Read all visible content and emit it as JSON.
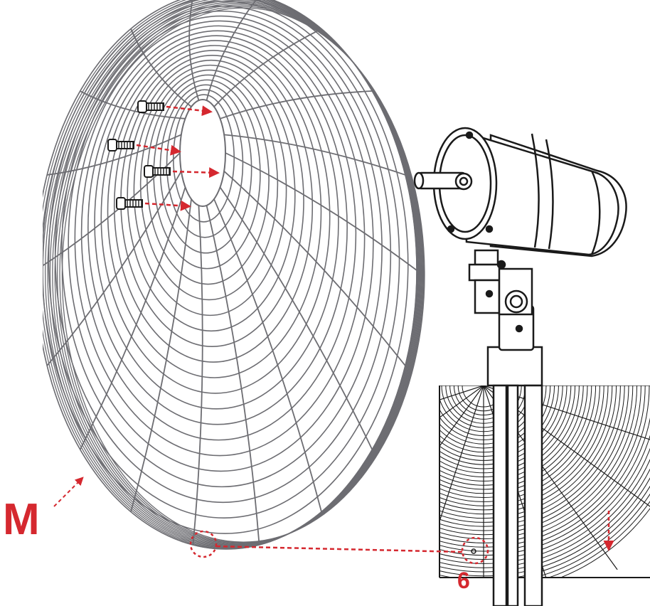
{
  "labels": {
    "guard_callout": "M",
    "hole_callout": "6"
  },
  "screws": {
    "count": 4
  },
  "colors": {
    "accent": "#d5282f",
    "grill_line": "#6d6d72",
    "outline": "#1a1a1a",
    "background": "#ffffff"
  },
  "icons": [
    "screw-icon",
    "arrow-icon",
    "motor-housing",
    "rear-grill",
    "stand-pole"
  ]
}
